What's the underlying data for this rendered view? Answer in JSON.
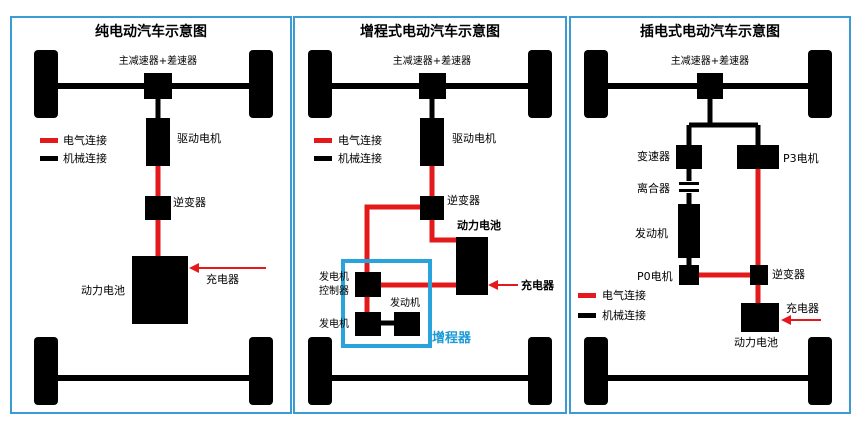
{
  "panels": [
    {
      "title": "纯电动汽车示意图",
      "labels": {
        "reducer": "主减速器+差速器",
        "motor": "驱动电机",
        "inverter": "逆变器",
        "battery": "动力电池",
        "charger": "充电器"
      },
      "legend": {
        "electric": "电气连接",
        "mechanical": "机械连接"
      }
    },
    {
      "title": "增程式电动汽车示意图",
      "labels": {
        "reducer": "主减速器+差速器",
        "motor": "驱动电机",
        "inverter": "逆变器",
        "battery": "动力电池",
        "charger": "充电器",
        "gen_controller": "发电机\n控制器",
        "generator": "发电机",
        "engine": "发动机",
        "range_extender": "增程器"
      },
      "legend": {
        "electric": "电气连接",
        "mechanical": "机械连接"
      }
    },
    {
      "title": "插电式电动汽车示意图",
      "labels": {
        "reducer": "主减速器+差速器",
        "transmission": "变速器",
        "p3_motor": "P3电机",
        "clutch": "离合器",
        "engine": "发动机",
        "p0_motor": "P0电机",
        "inverter": "逆变器",
        "charger": "充电器",
        "battery": "动力电池"
      },
      "legend": {
        "electric": "电气连接",
        "mechanical": "机械连接"
      }
    }
  ],
  "colors": {
    "electric": "#e3191b",
    "mechanical": "#000000",
    "frame": "#3a9bd5",
    "extender_box": "#29a3dc",
    "extender_text": "#1e9ad6"
  }
}
